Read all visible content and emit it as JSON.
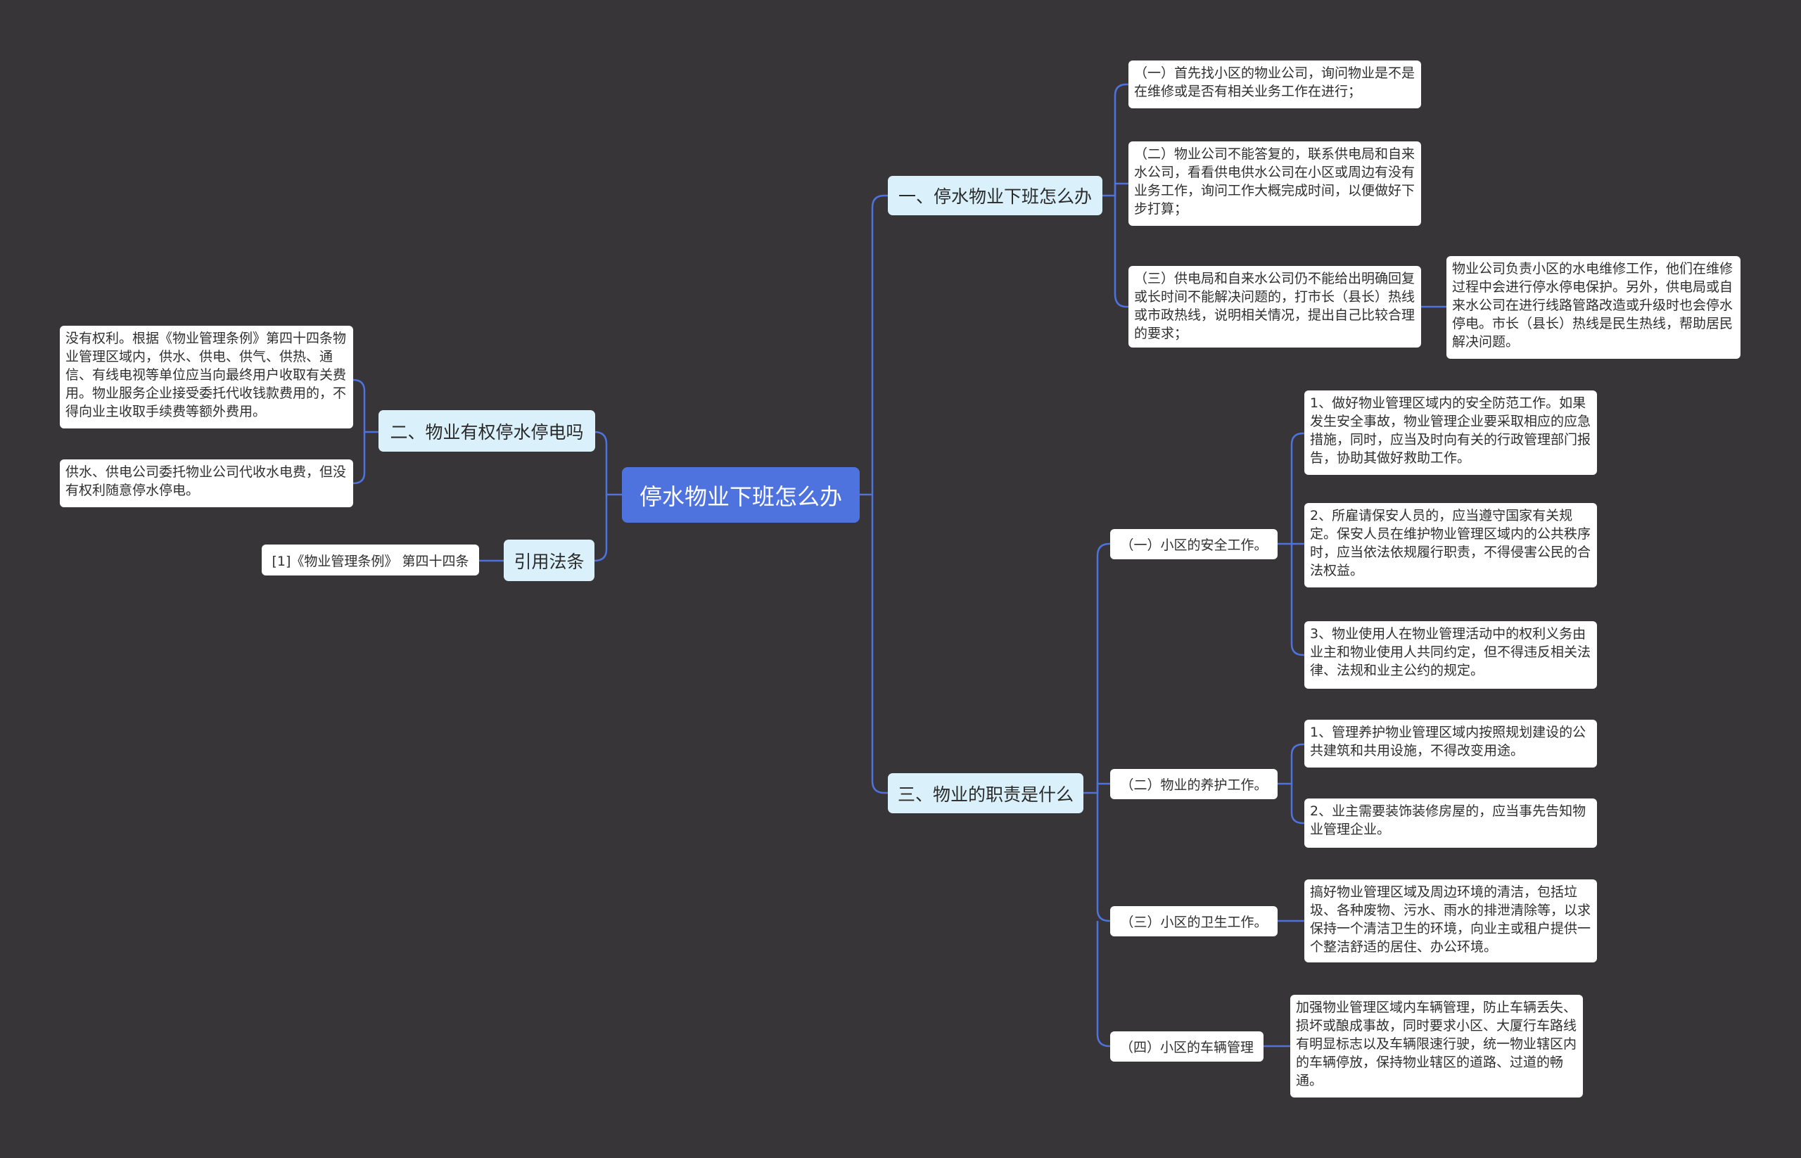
{
  "mindmap": {
    "root": "停水物业下班怎么办",
    "branch1": {
      "title": "一、停水物业下班怎么办",
      "items": [
        "（一）首先找小区的物业公司，询问物业是不是在维修或是否有相关业务工作在进行；",
        "（二）物业公司不能答复的，联系供电局和自来水公司，看看供电供水公司在小区或周边有没有业务工作，询问工作大概完成时间，以便做好下步打算；",
        "（三）供电局和自来水公司仍不能给出明确回复或长时间不能解决问题的，打市长（县长）热线或市政热线，说明相关情况，提出自己比较合理的要求；"
      ],
      "note": "物业公司负责小区的水电维修工作，他们在维修过程中会进行停水停电保护。另外，供电局或自来水公司在进行线路管路改造或升级时也会停水停电。市长（县长）热线是民生热线，帮助居民解决问题。"
    },
    "branch2": {
      "title": "二、物业有权停水停电吗",
      "items": [
        "没有权利。根据《物业管理条例》第四十四条物业管理区域内，供水、供电、供气、供热、通信、有线电视等单位应当向最终用户收取有关费用。物业服务企业接受委托代收钱款费用的，不得向业主收取手续费等额外费用。",
        "供水、供电公司委托物业公司代收水电费，但没有权利随意停水停电。"
      ]
    },
    "branch3": {
      "title": "三、物业的职责是什么",
      "groups": [
        {
          "label": "（一）小区的安全工作。",
          "items": [
            "1、做好物业管理区域内的安全防范工作。如果发生安全事故，物业管理企业要采取相应的应急措施，同时，应当及时向有关的行政管理部门报告，协助其做好救助工作。",
            "2、所雇请保安人员的，应当遵守国家有关规定。保安人员在维护物业管理区域内的公共秩序时，应当依法依规履行职责，不得侵害公民的合法权益。",
            "3、物业使用人在物业管理活动中的权利义务由业主和物业使用人共同约定，但不得违反相关法律、法规和业主公约的规定。"
          ]
        },
        {
          "label": "（二）物业的养护工作。",
          "items": [
            "1、管理养护物业管理区域内按照规划建设的公共建筑和共用设施，不得改变用途。",
            "2、业主需要装饰装修房屋的，应当事先告知物业管理企业。"
          ]
        },
        {
          "label": "（三）小区的卫生工作。",
          "items": [
            "搞好物业管理区域及周边环境的清洁，包括垃圾、各种废物、污水、雨水的排泄清除等，以求保持一个清洁卫生的环境，向业主或租户提供一个整洁舒适的居住、办公环境。"
          ]
        },
        {
          "label": "（四）小区的车辆管理",
          "items": [
            "加强物业管理区域内车辆管理，防止车辆丢失、损坏或酿成事故，同时要求小区、大厦行车路线有明显标志以及车辆限速行驶，统一物业辖区内的车辆停放，保持物业辖区的道路、过道的畅通。"
          ]
        }
      ]
    },
    "branch4": {
      "title": "引用法条",
      "items": [
        "[1]《物业管理条例》 第四十四条"
      ]
    }
  },
  "colors": {
    "background": "#373538",
    "root": "#4f73de",
    "branch": "#daf1fb",
    "leaf": "#ffffff",
    "connector": "#4f73de"
  }
}
